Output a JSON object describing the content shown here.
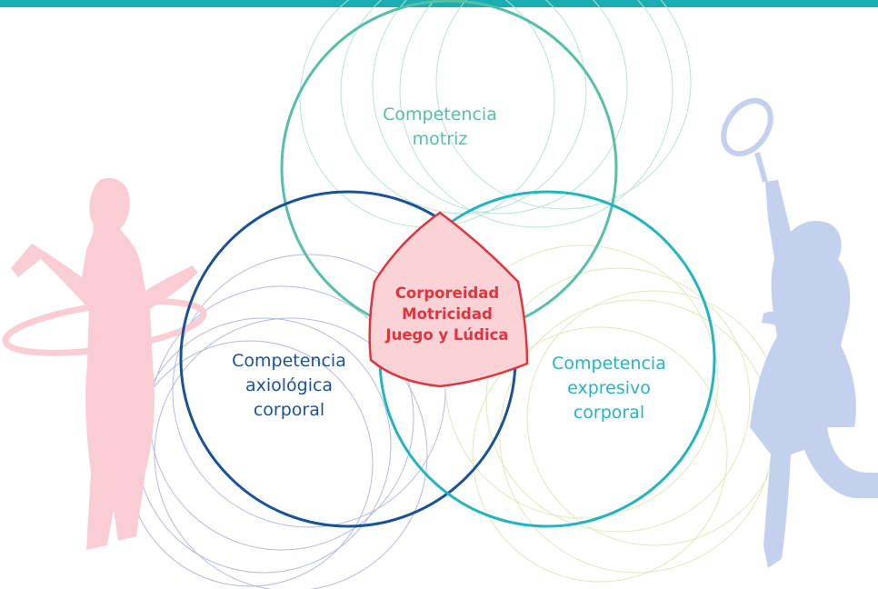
{
  "colors": {
    "top_bar": "#1aaeb3",
    "motriz": "#56bfa7",
    "axiologica": "#1a5296",
    "expresivo": "#23b4bf",
    "core_stroke": "#e0343f",
    "core_fill": "#fbd3d6",
    "core_text": "#e0343f",
    "silhouette_left": "#f9cdd3",
    "silhouette_right": "#c3d1ee",
    "deco_motriz": "#b8e3d6",
    "deco_axiologica": "#b5b9e0",
    "deco_expresivo": "#dde9b8"
  },
  "diagram": {
    "top": {
      "lines": [
        "Competencia",
        "motriz"
      ]
    },
    "left": {
      "lines": [
        "Competencia",
        "axiológica",
        "corporal"
      ]
    },
    "right": {
      "lines": [
        "Competencia",
        "expresivo",
        "corporal"
      ]
    },
    "center": {
      "lines": [
        "Corporeidad",
        "Motricidad",
        "Juego y Lúdica"
      ]
    }
  },
  "decorations": {
    "left_silhouette": "hula-hoop-girl",
    "right_silhouette": "tennis-player"
  }
}
